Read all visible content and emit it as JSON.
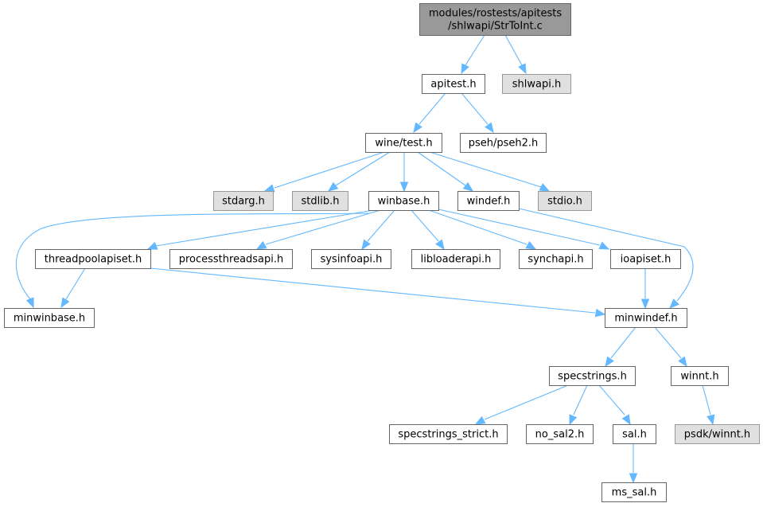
{
  "diagram": {
    "title": "Include dependency graph for StrToInt.c",
    "colors": {
      "root_fill": "#999999",
      "local_fill": "#ffffff",
      "external_fill": "#e0e0e0",
      "edge": "#63b8ff",
      "border": "#666666"
    },
    "nodes": [
      {
        "id": "root",
        "lines": [
          "modules/rostests/apitests",
          "/shlwapi/StrToInt.c"
        ],
        "kind": "root"
      },
      {
        "id": "apitest",
        "lines": [
          "apitest.h"
        ],
        "kind": "local"
      },
      {
        "id": "shlwapi",
        "lines": [
          "shlwapi.h"
        ],
        "kind": "external"
      },
      {
        "id": "winetest",
        "lines": [
          "wine/test.h"
        ],
        "kind": "local"
      },
      {
        "id": "pseh2",
        "lines": [
          "pseh/pseh2.h"
        ],
        "kind": "local"
      },
      {
        "id": "stdarg",
        "lines": [
          "stdarg.h"
        ],
        "kind": "external"
      },
      {
        "id": "stdlib",
        "lines": [
          "stdlib.h"
        ],
        "kind": "external"
      },
      {
        "id": "winbase",
        "lines": [
          "winbase.h"
        ],
        "kind": "local"
      },
      {
        "id": "windef",
        "lines": [
          "windef.h"
        ],
        "kind": "local"
      },
      {
        "id": "stdio",
        "lines": [
          "stdio.h"
        ],
        "kind": "external"
      },
      {
        "id": "threadpool",
        "lines": [
          "threadpoolapiset.h"
        ],
        "kind": "local"
      },
      {
        "id": "processthreads",
        "lines": [
          "processthreadsapi.h"
        ],
        "kind": "local"
      },
      {
        "id": "sysinfo",
        "lines": [
          "sysinfoapi.h"
        ],
        "kind": "local"
      },
      {
        "id": "libloader",
        "lines": [
          "libloaderapi.h"
        ],
        "kind": "local"
      },
      {
        "id": "synch",
        "lines": [
          "synchapi.h"
        ],
        "kind": "local"
      },
      {
        "id": "ioapiset",
        "lines": [
          "ioapiset.h"
        ],
        "kind": "local"
      },
      {
        "id": "minwinbase",
        "lines": [
          "minwinbase.h"
        ],
        "kind": "local"
      },
      {
        "id": "minwindef",
        "lines": [
          "minwindef.h"
        ],
        "kind": "local"
      },
      {
        "id": "specstrings",
        "lines": [
          "specstrings.h"
        ],
        "kind": "local"
      },
      {
        "id": "winnt",
        "lines": [
          "winnt.h"
        ],
        "kind": "local"
      },
      {
        "id": "specstrict",
        "lines": [
          "specstrings_strict.h"
        ],
        "kind": "local"
      },
      {
        "id": "nosal2",
        "lines": [
          "no_sal2.h"
        ],
        "kind": "local"
      },
      {
        "id": "sal",
        "lines": [
          "sal.h"
        ],
        "kind": "local"
      },
      {
        "id": "psdkwinnt",
        "lines": [
          "psdk/winnt.h"
        ],
        "kind": "external"
      },
      {
        "id": "mssal",
        "lines": [
          "ms_sal.h"
        ],
        "kind": "local"
      }
    ],
    "edges": [
      [
        "root",
        "apitest"
      ],
      [
        "root",
        "shlwapi"
      ],
      [
        "apitest",
        "winetest"
      ],
      [
        "apitest",
        "pseh2"
      ],
      [
        "winetest",
        "stdarg"
      ],
      [
        "winetest",
        "stdlib"
      ],
      [
        "winetest",
        "winbase"
      ],
      [
        "winetest",
        "windef"
      ],
      [
        "winetest",
        "stdio"
      ],
      [
        "winbase",
        "threadpool"
      ],
      [
        "winbase",
        "processthreads"
      ],
      [
        "winbase",
        "sysinfo"
      ],
      [
        "winbase",
        "libloader"
      ],
      [
        "winbase",
        "synch"
      ],
      [
        "winbase",
        "ioapiset"
      ],
      [
        "winbase",
        "minwinbase"
      ],
      [
        "windef",
        "minwindef"
      ],
      [
        "threadpool",
        "minwinbase"
      ],
      [
        "threadpool",
        "minwindef"
      ],
      [
        "ioapiset",
        "minwindef"
      ],
      [
        "minwindef",
        "specstrings"
      ],
      [
        "minwindef",
        "winnt"
      ],
      [
        "specstrings",
        "specstrict"
      ],
      [
        "specstrings",
        "nosal2"
      ],
      [
        "specstrings",
        "sal"
      ],
      [
        "winnt",
        "psdkwinnt"
      ],
      [
        "sal",
        "mssal"
      ]
    ]
  }
}
